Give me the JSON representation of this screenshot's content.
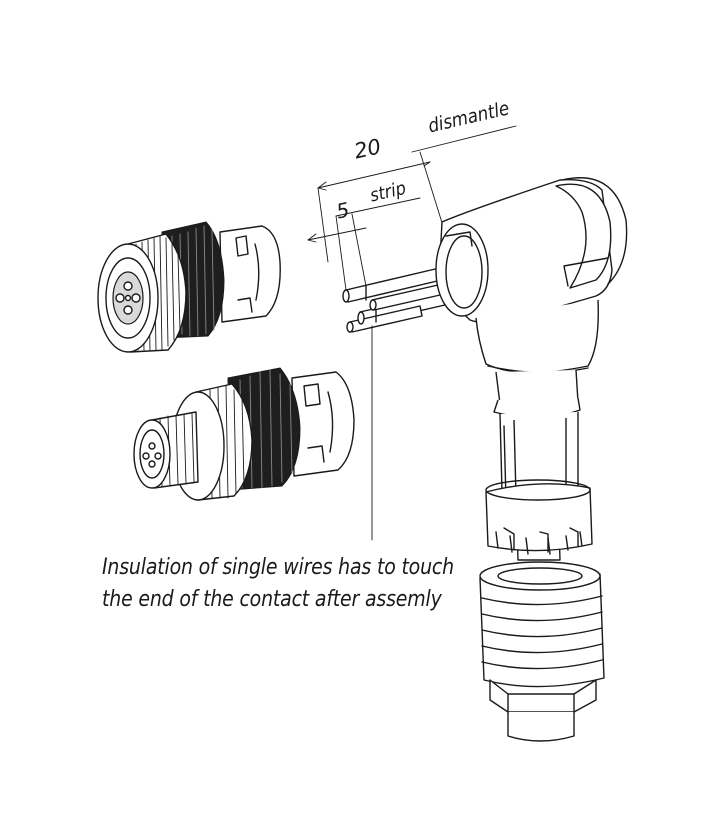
{
  "dimensions": {
    "strip_length": "5",
    "strip_label": "strip",
    "dismantle_length": "20",
    "dismantle_label": "dismantle"
  },
  "caption": {
    "line1": "Insulation of single wires has to touch",
    "line2": "the end of the contact after assemly"
  }
}
